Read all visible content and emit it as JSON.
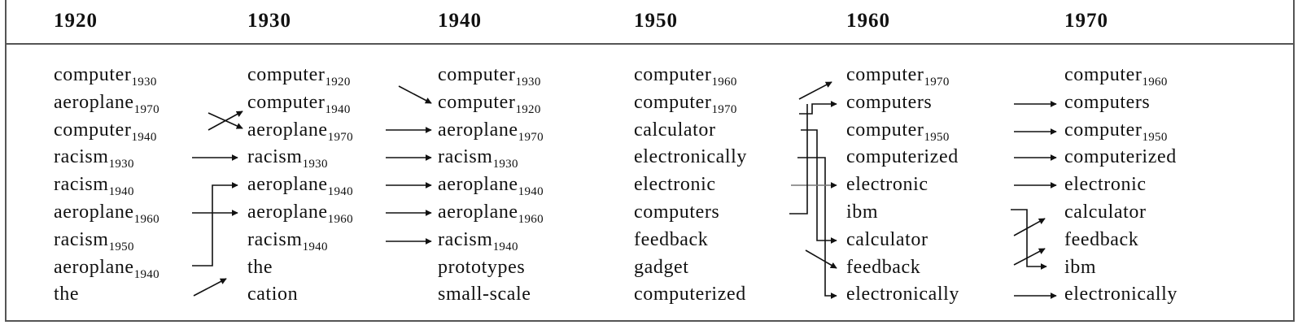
{
  "table": {
    "years": [
      "1920",
      "1930",
      "1940",
      "1950",
      "1960",
      "1970"
    ],
    "columns": [
      {
        "year": "1920",
        "items": [
          {
            "word": "computer",
            "sub": "1930"
          },
          {
            "word": "aeroplane",
            "sub": "1970"
          },
          {
            "word": "computer",
            "sub": "1940"
          },
          {
            "word": "racism",
            "sub": "1930"
          },
          {
            "word": "racism",
            "sub": "1940"
          },
          {
            "word": "aeroplane",
            "sub": "1960"
          },
          {
            "word": "racism",
            "sub": "1950"
          },
          {
            "word": "aeroplane",
            "sub": "1940"
          },
          {
            "word": "the",
            "sub": ""
          }
        ]
      },
      {
        "year": "1930",
        "items": [
          {
            "word": "computer",
            "sub": "1920"
          },
          {
            "word": "computer",
            "sub": "1940"
          },
          {
            "word": "aeroplane",
            "sub": "1970"
          },
          {
            "word": "racism",
            "sub": "1930"
          },
          {
            "word": "aeroplane",
            "sub": "1940"
          },
          {
            "word": "aeroplane",
            "sub": "1960"
          },
          {
            "word": "racism",
            "sub": "1940"
          },
          {
            "word": "the",
            "sub": ""
          },
          {
            "word": "cation",
            "sub": ""
          }
        ]
      },
      {
        "year": "1940",
        "items": [
          {
            "word": "computer",
            "sub": "1930"
          },
          {
            "word": "computer",
            "sub": "1920"
          },
          {
            "word": "aeroplane",
            "sub": "1970"
          },
          {
            "word": "racism",
            "sub": "1930"
          },
          {
            "word": "aeroplane",
            "sub": "1940"
          },
          {
            "word": "aeroplane",
            "sub": "1960"
          },
          {
            "word": "racism",
            "sub": "1940"
          },
          {
            "word": "prototypes",
            "sub": ""
          },
          {
            "word": "small-scale",
            "sub": ""
          }
        ]
      },
      {
        "year": "1950",
        "items": [
          {
            "word": "computer",
            "sub": "1960"
          },
          {
            "word": "computer",
            "sub": "1970"
          },
          {
            "word": "calculator",
            "sub": ""
          },
          {
            "word": "electronically",
            "sub": ""
          },
          {
            "word": "electronic",
            "sub": ""
          },
          {
            "word": "computers",
            "sub": ""
          },
          {
            "word": "feedback",
            "sub": ""
          },
          {
            "word": "gadget",
            "sub": ""
          },
          {
            "word": "computerized",
            "sub": ""
          }
        ]
      },
      {
        "year": "1960",
        "items": [
          {
            "word": "computer",
            "sub": "1970"
          },
          {
            "word": "computers",
            "sub": ""
          },
          {
            "word": "computer",
            "sub": "1950"
          },
          {
            "word": "computerized",
            "sub": ""
          },
          {
            "word": "electronic",
            "sub": ""
          },
          {
            "word": "ibm",
            "sub": ""
          },
          {
            "word": "calculator",
            "sub": ""
          },
          {
            "word": "feedback",
            "sub": ""
          },
          {
            "word": "electronically",
            "sub": ""
          }
        ]
      },
      {
        "year": "1970",
        "items": [
          {
            "word": "computer",
            "sub": "1960"
          },
          {
            "word": "computers",
            "sub": ""
          },
          {
            "word": "computer",
            "sub": "1950"
          },
          {
            "word": "computerized",
            "sub": ""
          },
          {
            "word": "electronic",
            "sub": ""
          },
          {
            "word": "calculator",
            "sub": ""
          },
          {
            "word": "feedback",
            "sub": ""
          },
          {
            "word": "ibm",
            "sub": ""
          },
          {
            "word": "electronically",
            "sub": ""
          }
        ]
      }
    ]
  }
}
